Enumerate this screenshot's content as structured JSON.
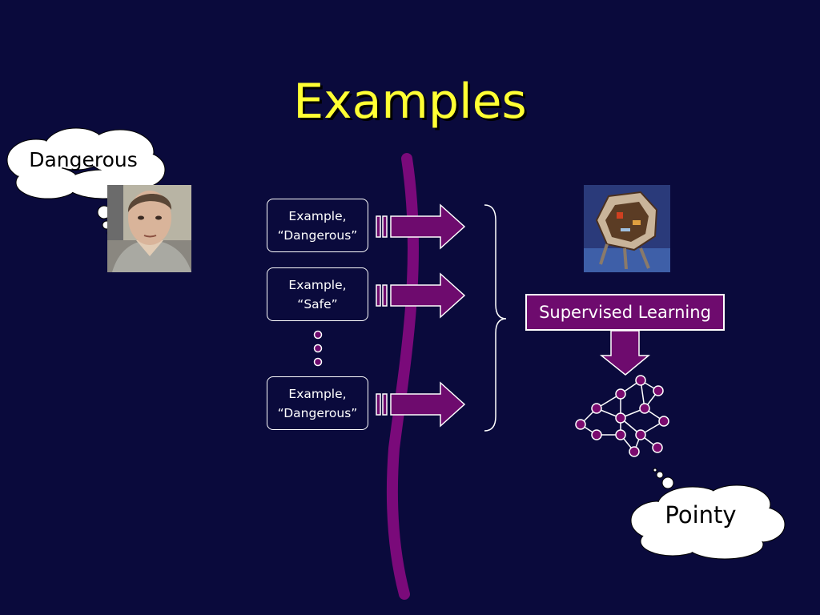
{
  "slide": {
    "title": "Examples",
    "thought_left": "Dangerous",
    "thought_right": "Pointy",
    "examples": [
      {
        "line1": "Example,",
        "line2": "“Dangerous”"
      },
      {
        "line1": "Example,",
        "line2": "“Safe”"
      },
      {
        "line1": "Example,",
        "line2": "“Dangerous”"
      }
    ],
    "supervised_label": "Supervised Learning",
    "colors": {
      "background": "#0a0a3c",
      "title": "#ffff33",
      "accent_purple": "#6e0b6e",
      "divider_purple": "#7a0a7a",
      "node_fill": "#7a0a6e"
    },
    "icons": [
      "person-photo",
      "robot-photo",
      "thought-bubble",
      "arrow",
      "neural-network",
      "ellipsis-dots",
      "curly-brace"
    ]
  }
}
